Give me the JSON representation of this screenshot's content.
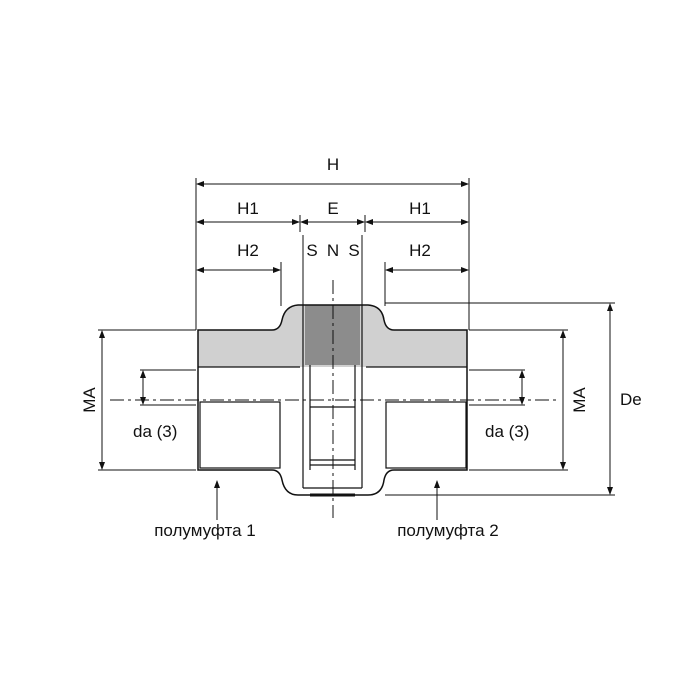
{
  "dimensions": {
    "H": "H",
    "H1_left": "H1",
    "E": "E",
    "H1_right": "H1",
    "H2_left": "H2",
    "S_left": "S",
    "N": "N",
    "S_right": "S",
    "H2_right": "H2",
    "MA_left": "MA",
    "MA_right": "MA",
    "De": "De",
    "da_left": "da (3)",
    "da_right": "da (3)"
  },
  "labels": {
    "half1": "полумуфта 1",
    "half2": "полумуфта 2"
  },
  "colors": {
    "line": "#111111",
    "band": "#d0d0d0",
    "spider": "#8c8c8c"
  }
}
